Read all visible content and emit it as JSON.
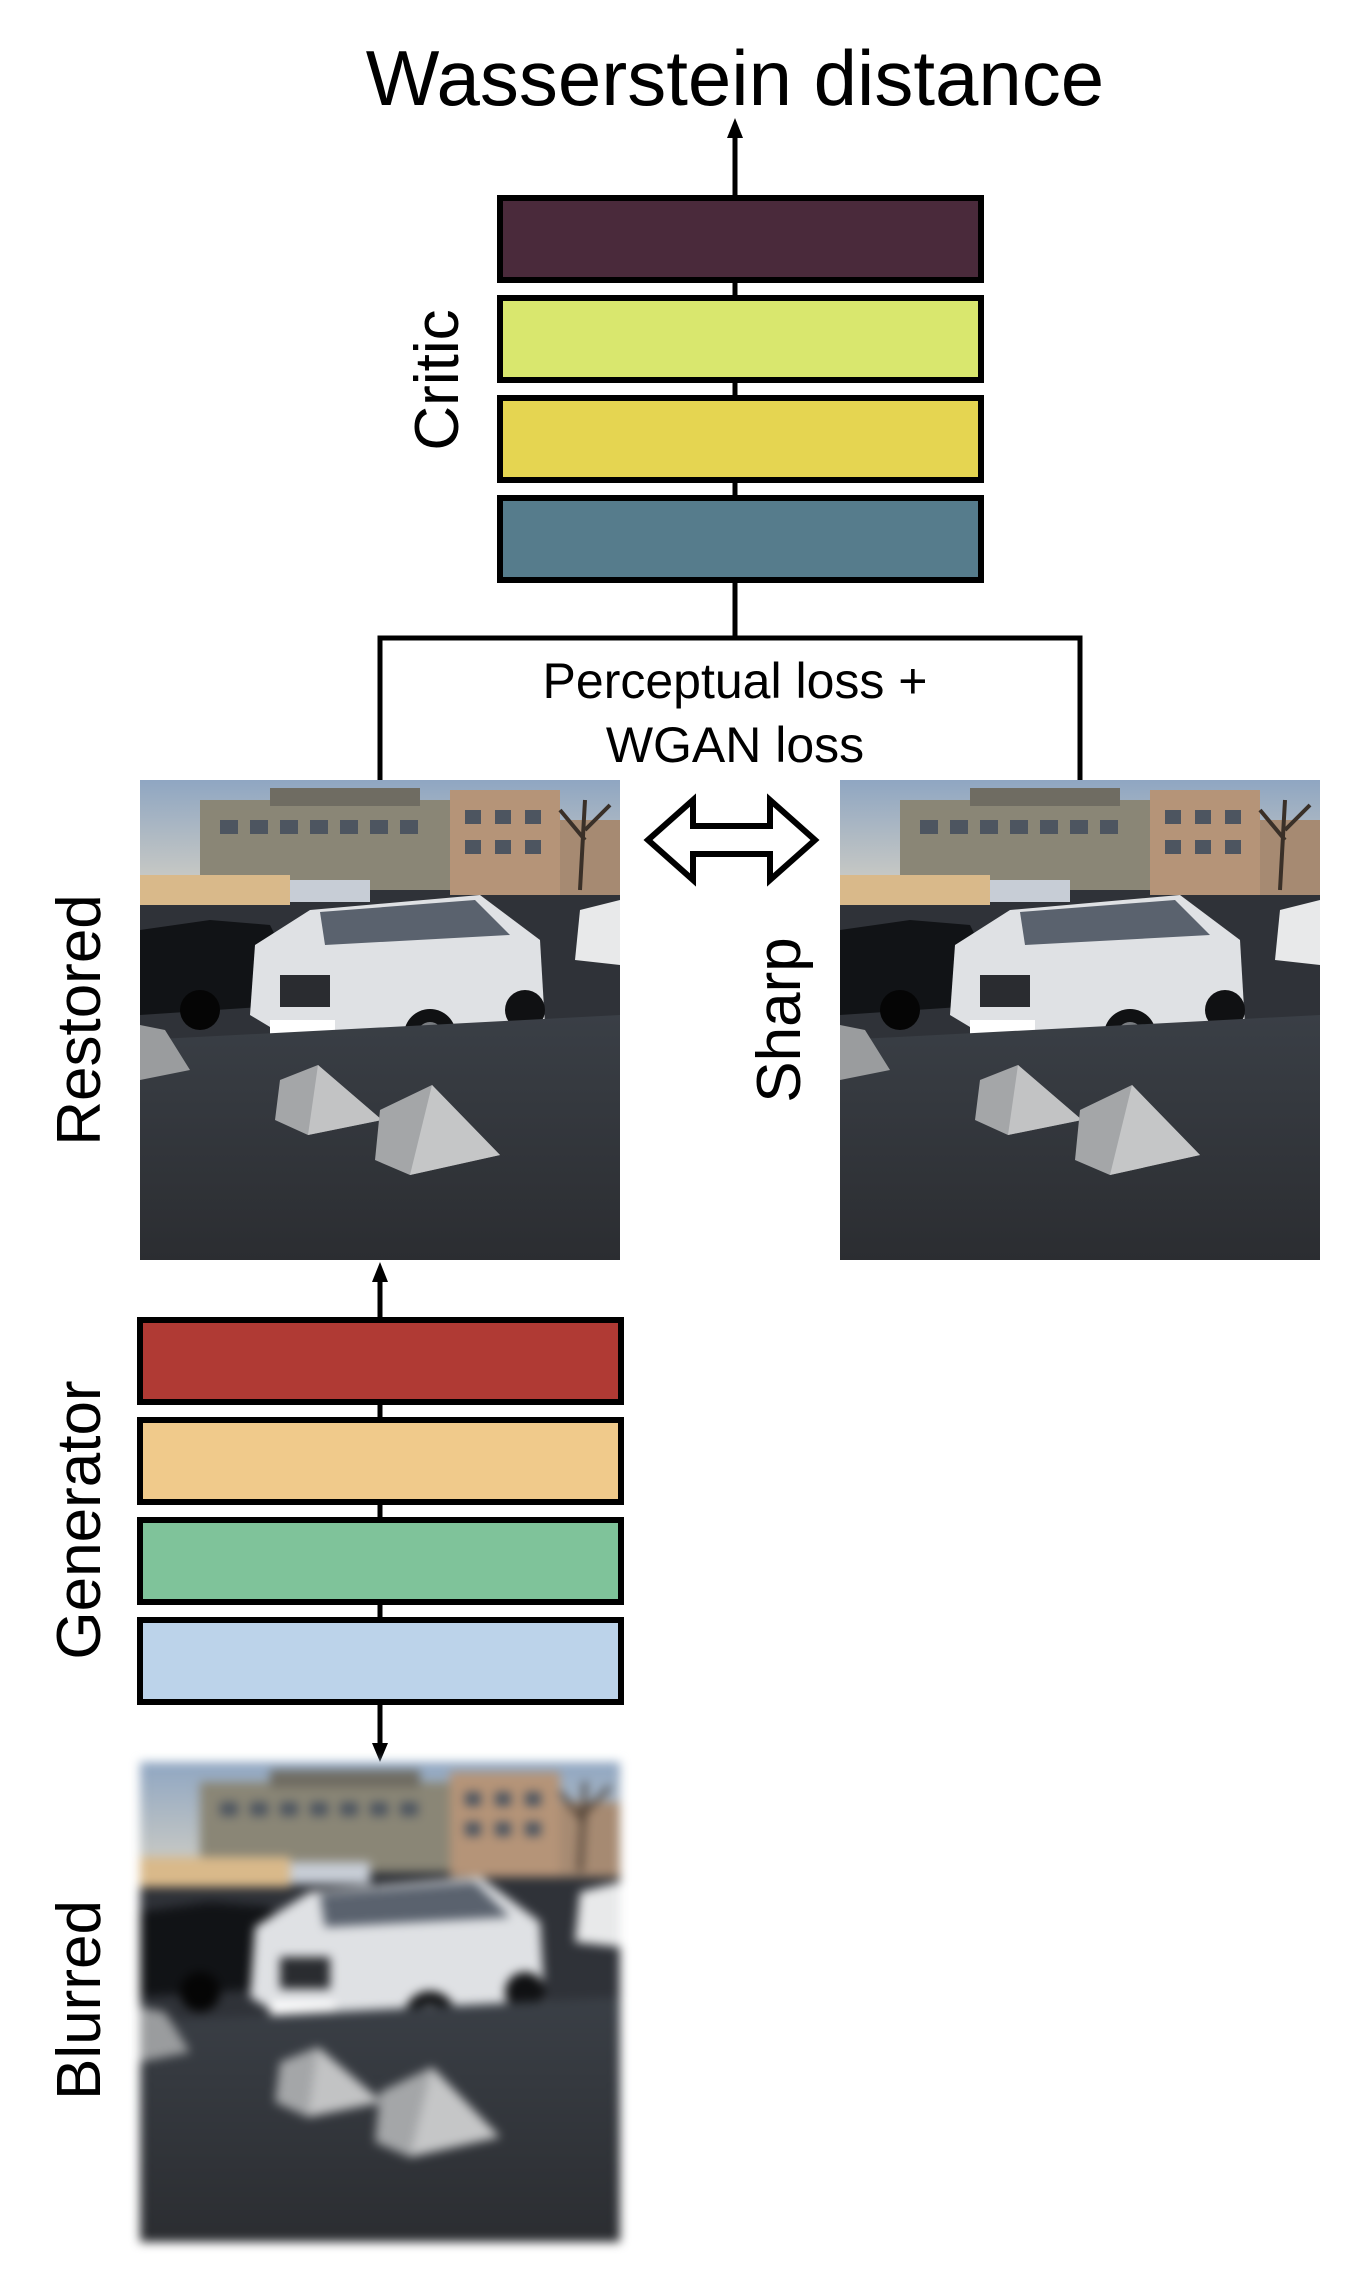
{
  "title": "Wasserstein distance",
  "critic": {
    "label": "Critic",
    "layers": [
      {
        "name": "critic-layer-1",
        "color": "#4a2a3b"
      },
      {
        "name": "critic-layer-2",
        "color": "#d9e76e"
      },
      {
        "name": "critic-layer-3",
        "color": "#e5d551"
      },
      {
        "name": "critic-layer-4",
        "color": "#567c8c"
      }
    ]
  },
  "loss": {
    "line1": "Perceptual loss +",
    "line2": "WGAN loss"
  },
  "images": {
    "restored_label": "Restored",
    "sharp_label": "Sharp",
    "blurred_label": "Blurred"
  },
  "generator": {
    "label": "Generator",
    "layers": [
      {
        "name": "generator-layer-1",
        "color": "#b03a34"
      },
      {
        "name": "generator-layer-2",
        "color": "#f0ca8b"
      },
      {
        "name": "generator-layer-3",
        "color": "#7fc39a"
      },
      {
        "name": "generator-layer-4",
        "color": "#bcd3ea"
      }
    ]
  }
}
